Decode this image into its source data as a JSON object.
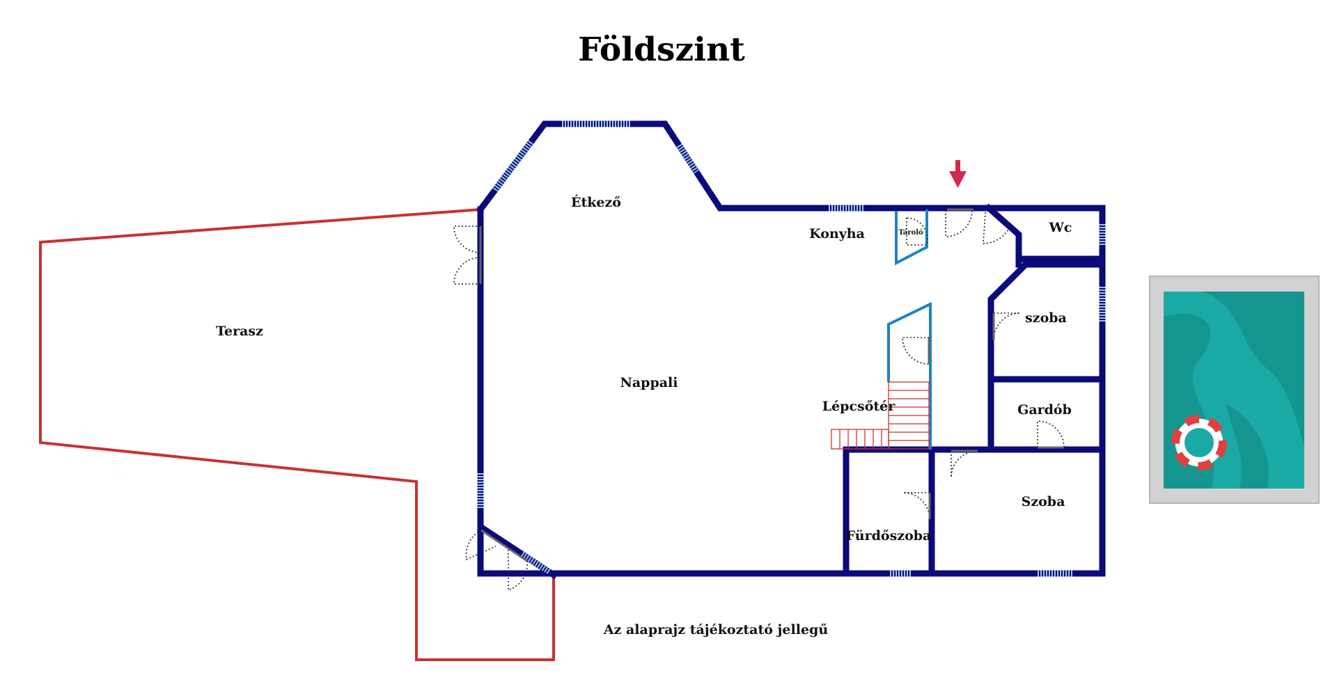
{
  "title": "Földszint",
  "rooms": {
    "etkezo": "Étkező",
    "konyha": "Konyha",
    "tarolo": "Tároló",
    "wc": "Wc",
    "terasz": "Terasz",
    "nappali": "Nappali",
    "szoba_small": "szoba",
    "gardob": "Gardób",
    "lepcsoter": "Lépcsőtér",
    "furdoszoba": "Fürdőszoba",
    "szoba": "Szoba"
  },
  "note": "Az alaprajz tájékoztató jellegű",
  "colors": {
    "wall": "#0a0a7a",
    "terrace": "#c83232",
    "pool_water": "#1aaaa6",
    "entrance_arrow": "#d02a4e"
  },
  "icons": [
    "entrance-arrow-icon",
    "pool-icon",
    "lifebuoy-icon"
  ]
}
